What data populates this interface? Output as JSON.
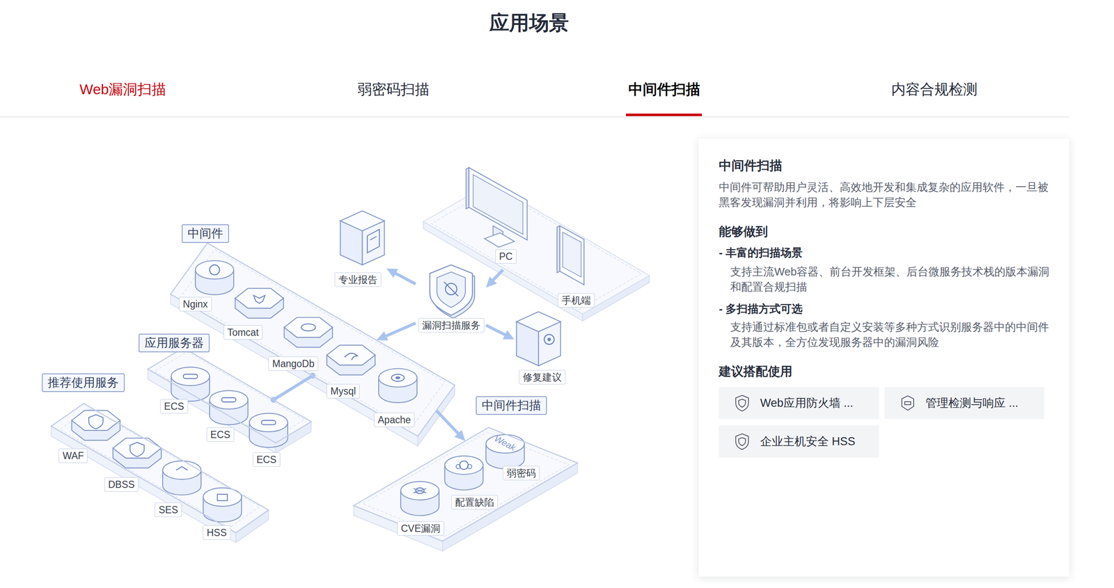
{
  "diagram": {
    "title": "应用场景",
    "nodes": [
      {
        "text": [
          "中间件"
        ]
      },
      {
        "text": [
          "Nginx"
        ],
        "in": 0
      },
      {
        "text": [
          "Tomcat"
        ],
        "in": 0
      },
      {
        "text": [
          "MangoDb"
        ],
        "in": 0
      },
      {
        "text": [
          "Mysql"
        ],
        "in": 0
      },
      {
        "text": [
          "Apache"
        ],
        "in": 0
      },
      {
        "text": [
          "应用服务器"
        ]
      },
      {
        "text": [
          "ECS"
        ],
        "in": 6
      },
      {
        "text": [
          "ECS"
        ],
        "in": 6
      },
      {
        "text": [
          "ECS"
        ],
        "in": 6
      },
      {
        "text": [
          "推荐使用服务"
        ]
      },
      {
        "text": [
          "WAF"
        ],
        "in": 10
      },
      {
        "text": [
          "DBSS"
        ],
        "in": 10
      },
      {
        "text": [
          "SES"
        ],
        "in": 10
      },
      {
        "text": [
          "HSS"
        ],
        "in": 10
      },
      {
        "text": [
          "专业报告"
        ]
      },
      {
        "text": [
          "漏洞扫描服务"
        ]
      },
      {
        "text": [
          "PC"
        ]
      },
      {
        "text": [
          "手机端"
        ]
      },
      {
        "text": [
          "修复建议"
        ]
      },
      {
        "text": [
          "中间件扫描"
        ]
      },
      {
        "text": [
          "弱密码"
        ],
        "in": 20
      },
      {
        "text": [
          "配置缺陷"
        ],
        "in": 20
      },
      {
        "text": [
          "CVE漏洞"
        ],
        "in": 20
      },
      {
        "text": [
          "中间件扫描",
          "中间件可帮助用户灵活、高效地开发和集成复杂的应用软件，一旦被黑客发现漏洞并利用，将影响上下层安全",
          "能够做到",
          "- 丰富的扫描场景",
          "支持主流Web容器、前台开发框架、后台微服务技术栈的版本漏洞和配置合规扫描",
          "- 多扫描方式可选",
          "支持通过标准包或者自定义安装等多种方式识别服务器中的中间件及其版本，全方位发现服务器中的漏洞风险",
          "建议搭配使用"
        ]
      },
      {
        "text": [
          "Web应用防火墙 ..."
        ],
        "in": 24
      },
      {
        "text": [
          "管理检测与响应 ..."
        ],
        "in": 24
      },
      {
        "text": [
          "企业主机安全 HSS"
        ],
        "in": 24
      }
    ],
    "edges": [
      {
        "from": 17,
        "to": 16,
        "arrow": "to"
      },
      {
        "from": 16,
        "to": 15,
        "arrow": "to"
      },
      {
        "from": 16,
        "to": 19,
        "arrow": "to"
      },
      {
        "from": 16,
        "to": 0,
        "arrow": "to"
      },
      {
        "from": 6,
        "to": 0,
        "arrow": "none"
      },
      {
        "from": 0,
        "to": 20,
        "arrow": "to"
      }
    ],
    "labels": [
      "Web漏洞扫描",
      "弱密码扫描",
      "中间件扫描",
      "内容合规检测",
      "Weak"
    ]
  }
}
